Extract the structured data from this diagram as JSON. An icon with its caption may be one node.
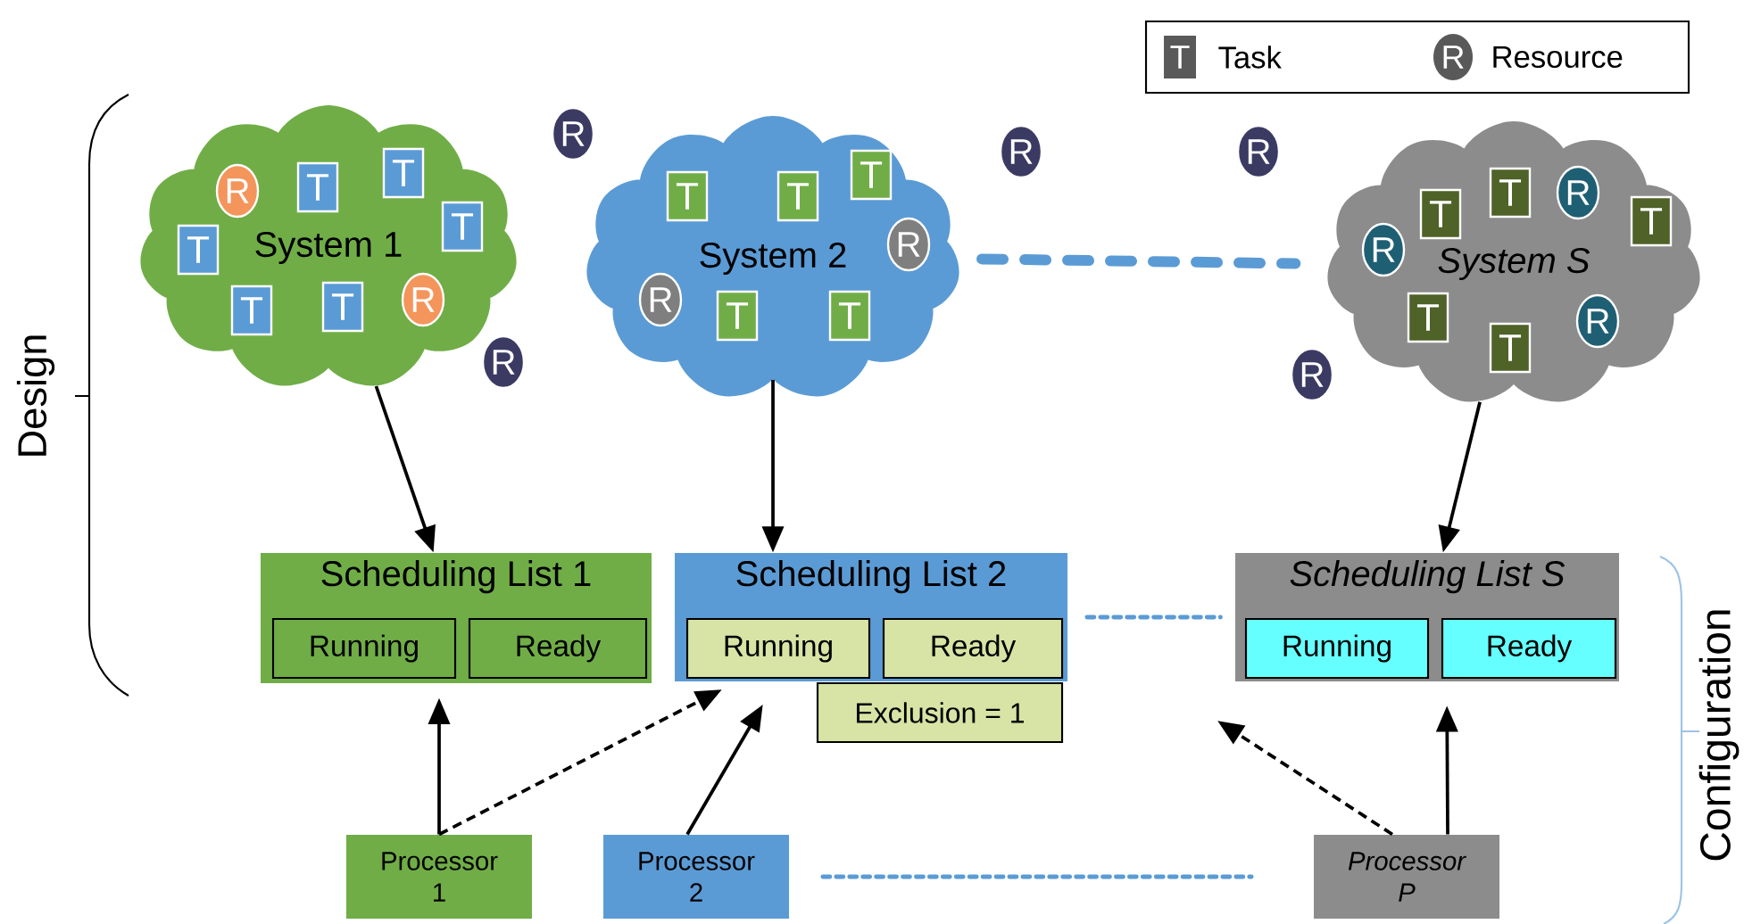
{
  "diagram": {
    "nodes": [
      {
        "text": [
          "System 1"
        ]
      },
      {
        "text": [
          "R"
        ],
        "in": 0
      },
      {
        "text": [
          "T"
        ],
        "in": 0
      },
      {
        "text": [
          "T"
        ],
        "in": 0
      },
      {
        "text": [
          "T"
        ],
        "in": 0
      },
      {
        "text": [
          "T"
        ],
        "in": 0
      },
      {
        "text": [
          "T"
        ],
        "in": 0
      },
      {
        "text": [
          "T"
        ],
        "in": 0
      },
      {
        "text": [
          "R"
        ],
        "in": 0
      },
      {
        "text": [
          "R"
        ]
      },
      {
        "text": [
          "System 2"
        ]
      },
      {
        "text": [
          "T"
        ],
        "in": 10
      },
      {
        "text": [
          "T"
        ],
        "in": 10
      },
      {
        "text": [
          "T"
        ],
        "in": 10
      },
      {
        "text": [
          "R"
        ],
        "in": 10
      },
      {
        "text": [
          "R"
        ],
        "in": 10
      },
      {
        "text": [
          "T"
        ],
        "in": 10
      },
      {
        "text": [
          "T"
        ],
        "in": 10
      },
      {
        "text": [
          "R"
        ]
      },
      {
        "text": [
          "R"
        ]
      },
      {
        "text": [
          "System S"
        ]
      },
      {
        "text": [
          "T"
        ],
        "in": 20
      },
      {
        "text": [
          "T"
        ],
        "in": 20
      },
      {
        "text": [
          "R"
        ],
        "in": 20
      },
      {
        "text": [
          "T"
        ],
        "in": 20
      },
      {
        "text": [
          "R"
        ],
        "in": 20
      },
      {
        "text": [
          "T"
        ],
        "in": 20
      },
      {
        "text": [
          "T"
        ],
        "in": 20
      },
      {
        "text": [
          "R"
        ],
        "in": 20
      },
      {
        "text": [
          "R"
        ]
      },
      {
        "text": [
          "R"
        ]
      },
      {
        "text": [
          "Scheduling List 1"
        ]
      },
      {
        "text": [
          "Running"
        ],
        "in": 31
      },
      {
        "text": [
          "Ready"
        ],
        "in": 31
      },
      {
        "text": [
          "Scheduling List 2"
        ]
      },
      {
        "text": [
          "Running"
        ],
        "in": 34
      },
      {
        "text": [
          "Ready"
        ],
        "in": 34
      },
      {
        "text": [
          "Scheduling List S"
        ]
      },
      {
        "text": [
          "Running"
        ],
        "in": 37
      },
      {
        "text": [
          "Ready"
        ],
        "in": 37
      },
      {
        "text": [
          "Exclusion = 1"
        ]
      },
      {
        "text": [
          "Processor 1"
        ]
      },
      {
        "text": [
          "Processor 2"
        ]
      },
      {
        "text": [
          "Processor P"
        ]
      }
    ],
    "edges": [
      {
        "from": 0,
        "to": 31,
        "arrow": "to"
      },
      {
        "from": 10,
        "to": 34,
        "arrow": "to"
      },
      {
        "from": 20,
        "to": 37,
        "arrow": "to"
      },
      {
        "from": 10,
        "to": 20,
        "arrow": "none",
        "style": "dashed",
        "color": "#5b9bd5"
      },
      {
        "from": 34,
        "to": 37,
        "arrow": "none",
        "style": "dashed",
        "color": "#5b9bd5"
      },
      {
        "from": 41,
        "to": 31,
        "arrow": "to"
      },
      {
        "from": 41,
        "to": 34,
        "arrow": "to",
        "style": "dashed"
      },
      {
        "from": 42,
        "to": 34,
        "arrow": "to"
      },
      {
        "from": 43,
        "to": null,
        "arrow": "to",
        "style": "dashed"
      },
      {
        "from": 43,
        "to": 37,
        "arrow": "to"
      },
      {
        "from": 42,
        "to": 43,
        "arrow": "none",
        "style": "dashed",
        "color": "#5b9bd5"
      }
    ],
    "labels": [
      "T",
      "R",
      "Design",
      "Configuration"
    ],
    "legend": [
      {
        "text": "Task"
      },
      {
        "text": "Resource"
      }
    ]
  }
}
